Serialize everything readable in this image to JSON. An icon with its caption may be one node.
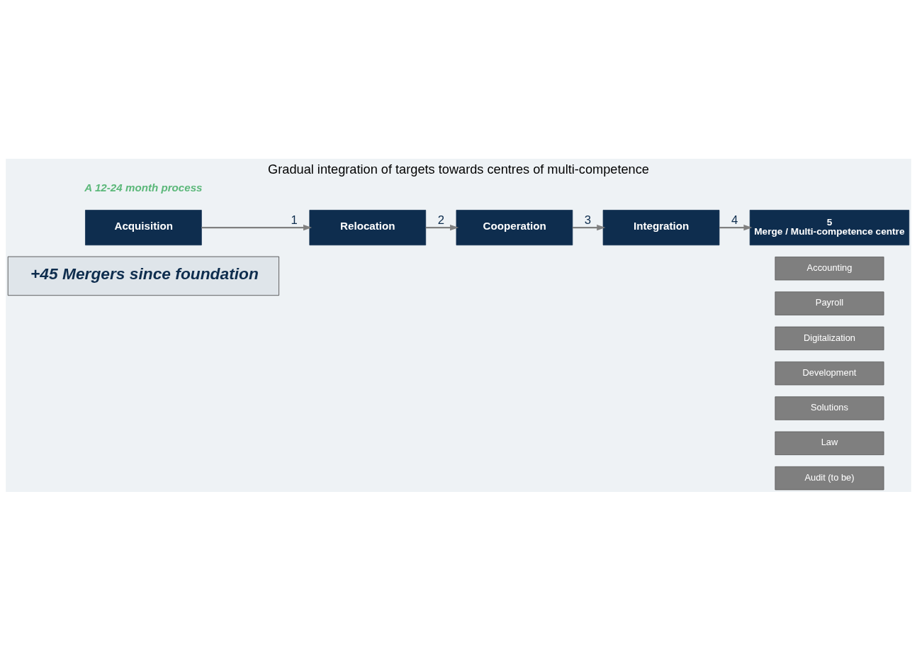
{
  "diagram": {
    "title": "Gradual integration of targets towards centres of multi-competence",
    "nodes": [
      {
        "text": [
          "Acquisition"
        ]
      },
      {
        "text": [
          "Relocation"
        ]
      },
      {
        "text": [
          "Cooperation"
        ]
      },
      {
        "text": [
          "Integration"
        ]
      },
      {
        "text": [
          "5",
          "Merge / Multi-competence centre"
        ]
      },
      {
        "text": [
          "Accounting"
        ]
      },
      {
        "text": [
          "Payroll"
        ]
      },
      {
        "text": [
          "Digitalization"
        ]
      },
      {
        "text": [
          "Development"
        ]
      },
      {
        "text": [
          "Solutions"
        ]
      },
      {
        "text": [
          "Law"
        ]
      },
      {
        "text": [
          "Audit (to be)"
        ]
      },
      {
        "text": [
          "+45 Mergers since foundation"
        ]
      }
    ],
    "edges": [
      {
        "from": 0,
        "to": 1,
        "arrow": "to",
        "label": "1"
      },
      {
        "from": 1,
        "to": 2,
        "arrow": "to",
        "label": "2"
      },
      {
        "from": 2,
        "to": 3,
        "arrow": "to",
        "label": "3"
      },
      {
        "from": 3,
        "to": 4,
        "arrow": "to",
        "label": "4"
      }
    ],
    "labels": [
      "A 12-24 month process"
    ]
  }
}
